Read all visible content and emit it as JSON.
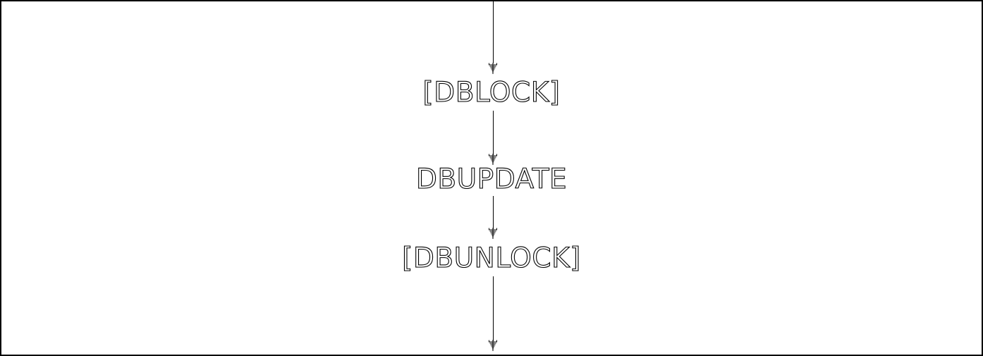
{
  "diagram": {
    "background_color": "#ffffff",
    "line_color": "#000000",
    "flow_direction": "top-to-bottom",
    "arrow_count": 4,
    "nodes": [
      {
        "label": "[DBLOCK]"
      },
      {
        "label": "DBUPDATE"
      },
      {
        "label": "[DBUNLOCK]"
      }
    ]
  }
}
